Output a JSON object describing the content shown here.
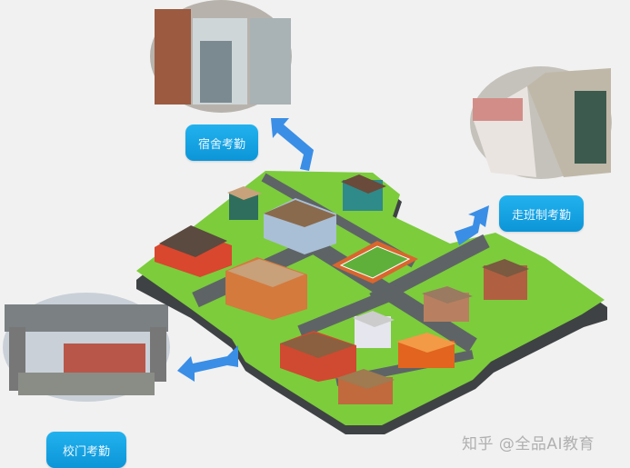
{
  "labels": {
    "dorm": "宿舍考勤",
    "class": "走班制考勤",
    "gate": "校门考勤"
  },
  "watermark": "知乎 @全品AI教育",
  "colors": {
    "label_blue": "#12a2e4",
    "arrow_blue": "#3a8ee6",
    "grass": "#7ccc3c",
    "road": "#5e6466",
    "border": "#3f4244",
    "background": "#f1f1f1"
  }
}
